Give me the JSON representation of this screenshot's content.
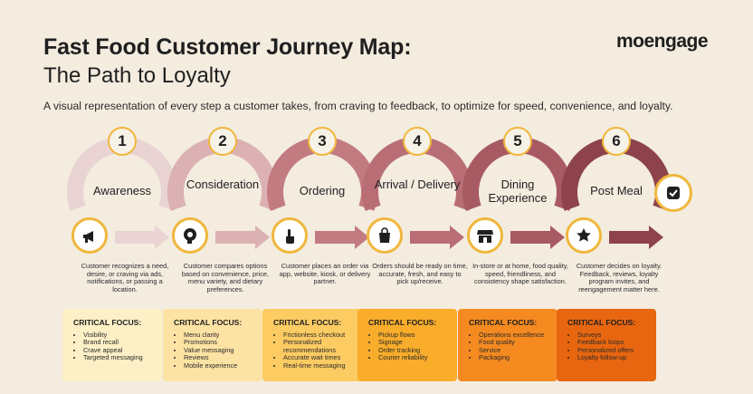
{
  "header": {
    "title_line1": "Fast Food Customer Journey Map:",
    "title_line2": "The Path to Loyalty",
    "subtitle": "A visual representation of every step a customer takes, from craving to feedback, to optimize for speed, convenience, and loyalty.",
    "logo": "moengage"
  },
  "steps": [
    {
      "number": "1",
      "label": "Awareness",
      "icon": "megaphone-icon",
      "color": "#ead4d3",
      "description": "Customer recognizes a need, desire, or craving via ads, notifications, or passing a location.",
      "focus_title": "CRITICAL FOCUS:",
      "focus_color": "#fdf0c6",
      "focus_items": [
        "Visibility",
        "Brand recall",
        "Crave appeal",
        "Targeted messaging"
      ]
    },
    {
      "number": "2",
      "label": "Consideration",
      "icon": "head-thinking-icon",
      "color": "#dcb1b3",
      "description": "Customer compares options based on convenience, price, menu variety, and dietary preferences.",
      "focus_title": "CRITICAL FOCUS:",
      "focus_color": "#fde3a3",
      "focus_items": [
        "Menu clarity",
        "Promotions",
        "Value messaging",
        "Reviews",
        "Mobile experience"
      ]
    },
    {
      "number": "3",
      "label": "Ordering",
      "icon": "tap-icon",
      "color": "#c27b80",
      "description": "Customer places an order via app, website, kiosk, or delivery partner.",
      "focus_title": "CRITICAL FOCUS:",
      "focus_color": "#fccb62",
      "focus_items": [
        "Frictionless checkout",
        "Personalized recommendations",
        "Accurate wait times",
        "Real-time messaging"
      ]
    },
    {
      "number": "4",
      "label": "Arrival / Delivery",
      "icon": "shopping-bag-icon",
      "color": "#b86e74",
      "description": "Orders should be ready on time, accurate, fresh, and easy to pick up/receive.",
      "focus_title": "CRITICAL FOCUS:",
      "focus_color": "#f9ad2b",
      "focus_items": [
        "Pickup flows",
        "Signage",
        "Order tracking",
        "Courier reliability"
      ]
    },
    {
      "number": "5",
      "label": "Dining Experience",
      "icon": "storefront-icon",
      "color": "#a85a62",
      "description": "In-store or at home, food quality, speed, friendliness, and consistency shape satisfaction.",
      "focus_title": "CRITICAL FOCUS:",
      "focus_color": "#f58a20",
      "focus_items": [
        "Operations excellence",
        "Food quality",
        "Service",
        "Packaging"
      ]
    },
    {
      "number": "6",
      "label": "Post Meal",
      "icon": "star-icon",
      "color": "#8e434c",
      "description": "Customer decides on loyalty. Feedback, reviews, loyalty program invites, and reengagement matter here.",
      "focus_title": "CRITICAL FOCUS:",
      "focus_color": "#e8660f",
      "focus_items": [
        "Surveys",
        "Feedback loops",
        "Personalized offers",
        "Loyalty follow-up"
      ]
    }
  ],
  "end_icon": "checkmark-icon"
}
